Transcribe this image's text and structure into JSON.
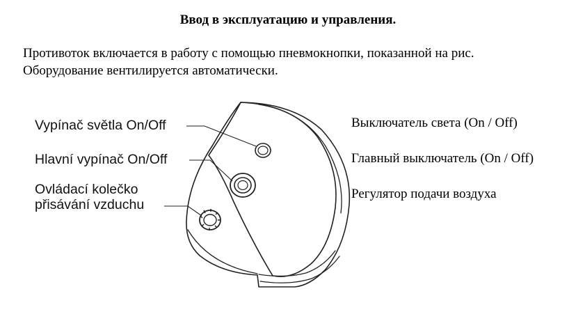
{
  "heading": "Ввод в эксплуатацию и управления.",
  "intro": {
    "line1": "Противоток включается в работу с помощью пневмокнопки, показанной на рис.",
    "line2": "Оборудование вентилируется автоматически."
  },
  "figure": {
    "callouts_cz": {
      "light_switch": "Vypínač světla On/Off",
      "main_switch": "Hlavní vypínač On/Off",
      "air_knob_line1": "Ovládací kolečko",
      "air_knob_line2": "přisávání vzduchu"
    },
    "labels_ru": {
      "light_switch": "Выключатель света (On / Off)",
      "main_switch": "Главный выключатель (On / Off)",
      "air_regulator": "Регулятор подачи воздуха"
    }
  }
}
